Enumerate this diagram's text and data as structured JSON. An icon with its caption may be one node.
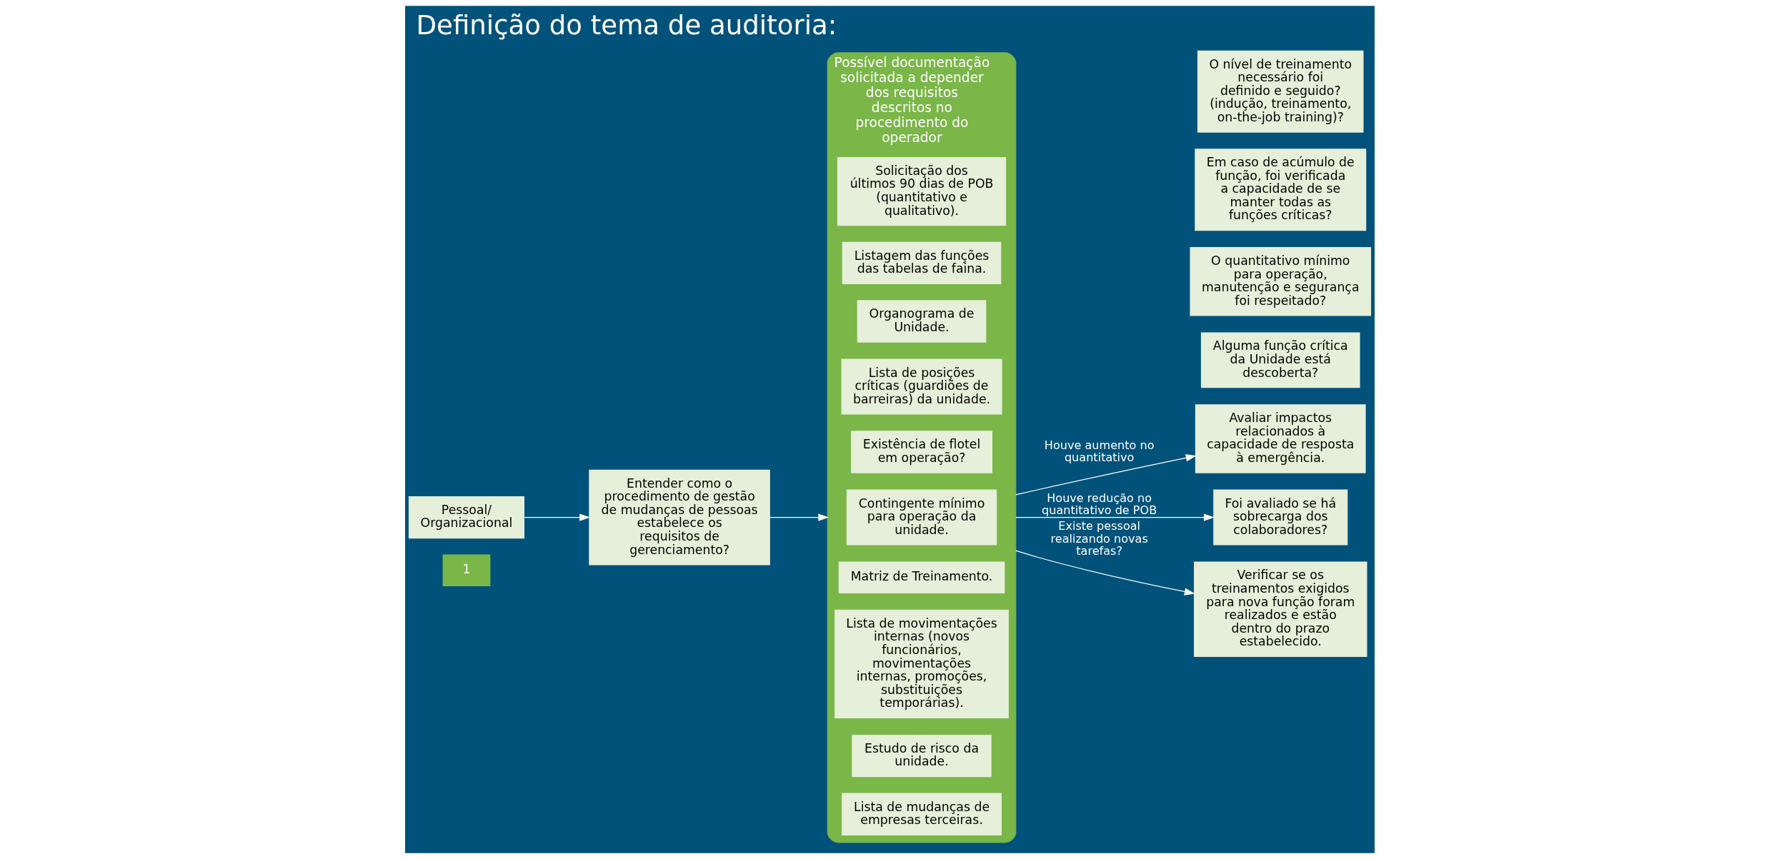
{
  "diagram": {
    "title": "Definição do tema de auditoria:",
    "nodes": [
      {
        "text": [
          "1"
        ]
      },
      {
        "text": [
          "Pessoal/ Organizacional"
        ]
      },
      {
        "text": [
          "Entender como o procedimento de gestão de mudanças de pessoas estabelece os requisitos de gerenciamento?"
        ]
      },
      {
        "text": [
          "Possível documentação solicitada a depender dos requisitos descritos no procedimento do operador"
        ]
      },
      {
        "text": [
          "Solicitação dos últimos 90 dias de POB (quantitativo e qualitativo)."
        ],
        "in": 3
      },
      {
        "text": [
          "Listagem das funções das tabelas de faina."
        ],
        "in": 3
      },
      {
        "text": [
          "Organograma de Unidade."
        ],
        "in": 3
      },
      {
        "text": [
          "Lista de posições críticas (guardiões de barreiras) da unidade."
        ],
        "in": 3
      },
      {
        "text": [
          "Existência de flotel em operação?"
        ],
        "in": 3
      },
      {
        "text": [
          "Contingente mínimo para operação da unidade."
        ],
        "in": 3
      },
      {
        "text": [
          "Matriz de Treinamento."
        ],
        "in": 3
      },
      {
        "text": [
          "Lista de movimentações internas (novos funcionários, movimentações internas, promoções, substituições temporárias)."
        ],
        "in": 3
      },
      {
        "text": [
          "Estudo de risco da unidade."
        ],
        "in": 3
      },
      {
        "text": [
          "Lista de mudanças de empresas terceiras."
        ],
        "in": 3
      },
      {
        "text": [
          "Avaliar impactos relacionados à capacidade de resposta à emergência."
        ]
      },
      {
        "text": [
          "Foi avaliado se há sobrecarga dos colaboradores?"
        ]
      },
      {
        "text": [
          "Alguma função crítica da Unidade está descoberta?"
        ]
      },
      {
        "text": [
          "O quantitativo mínimo para operação, manutenção e segurança foi respeitado?"
        ]
      },
      {
        "text": [
          "Verificar se os treinamentos exigidos para nova função foram realizados e estão dentro do prazo estabelecido."
        ]
      },
      {
        "text": [
          "Em caso de acúmulo de função, foi verificada a capacidade de se manter todas as funções críticas?"
        ]
      },
      {
        "text": [
          "O nível de treinamento necessário foi definido e seguido? (indução, treinamento, on-the-job training)?"
        ]
      }
    ],
    "edges": [
      {
        "from": 1,
        "to": 2,
        "arrow": "to"
      },
      {
        "from": 2,
        "to": 3,
        "arrow": "to"
      },
      {
        "from": 3,
        "to": 14,
        "arrow": "to",
        "label": "Houve aumento no quantitativo"
      },
      {
        "from": 3,
        "to": 15,
        "arrow": "to",
        "label": "Houve redução no quantitativo de POB"
      },
      {
        "from": 3,
        "to": 18,
        "arrow": "to",
        "label": "Existe pessoal realizando novas tarefas?"
      }
    ]
  }
}
